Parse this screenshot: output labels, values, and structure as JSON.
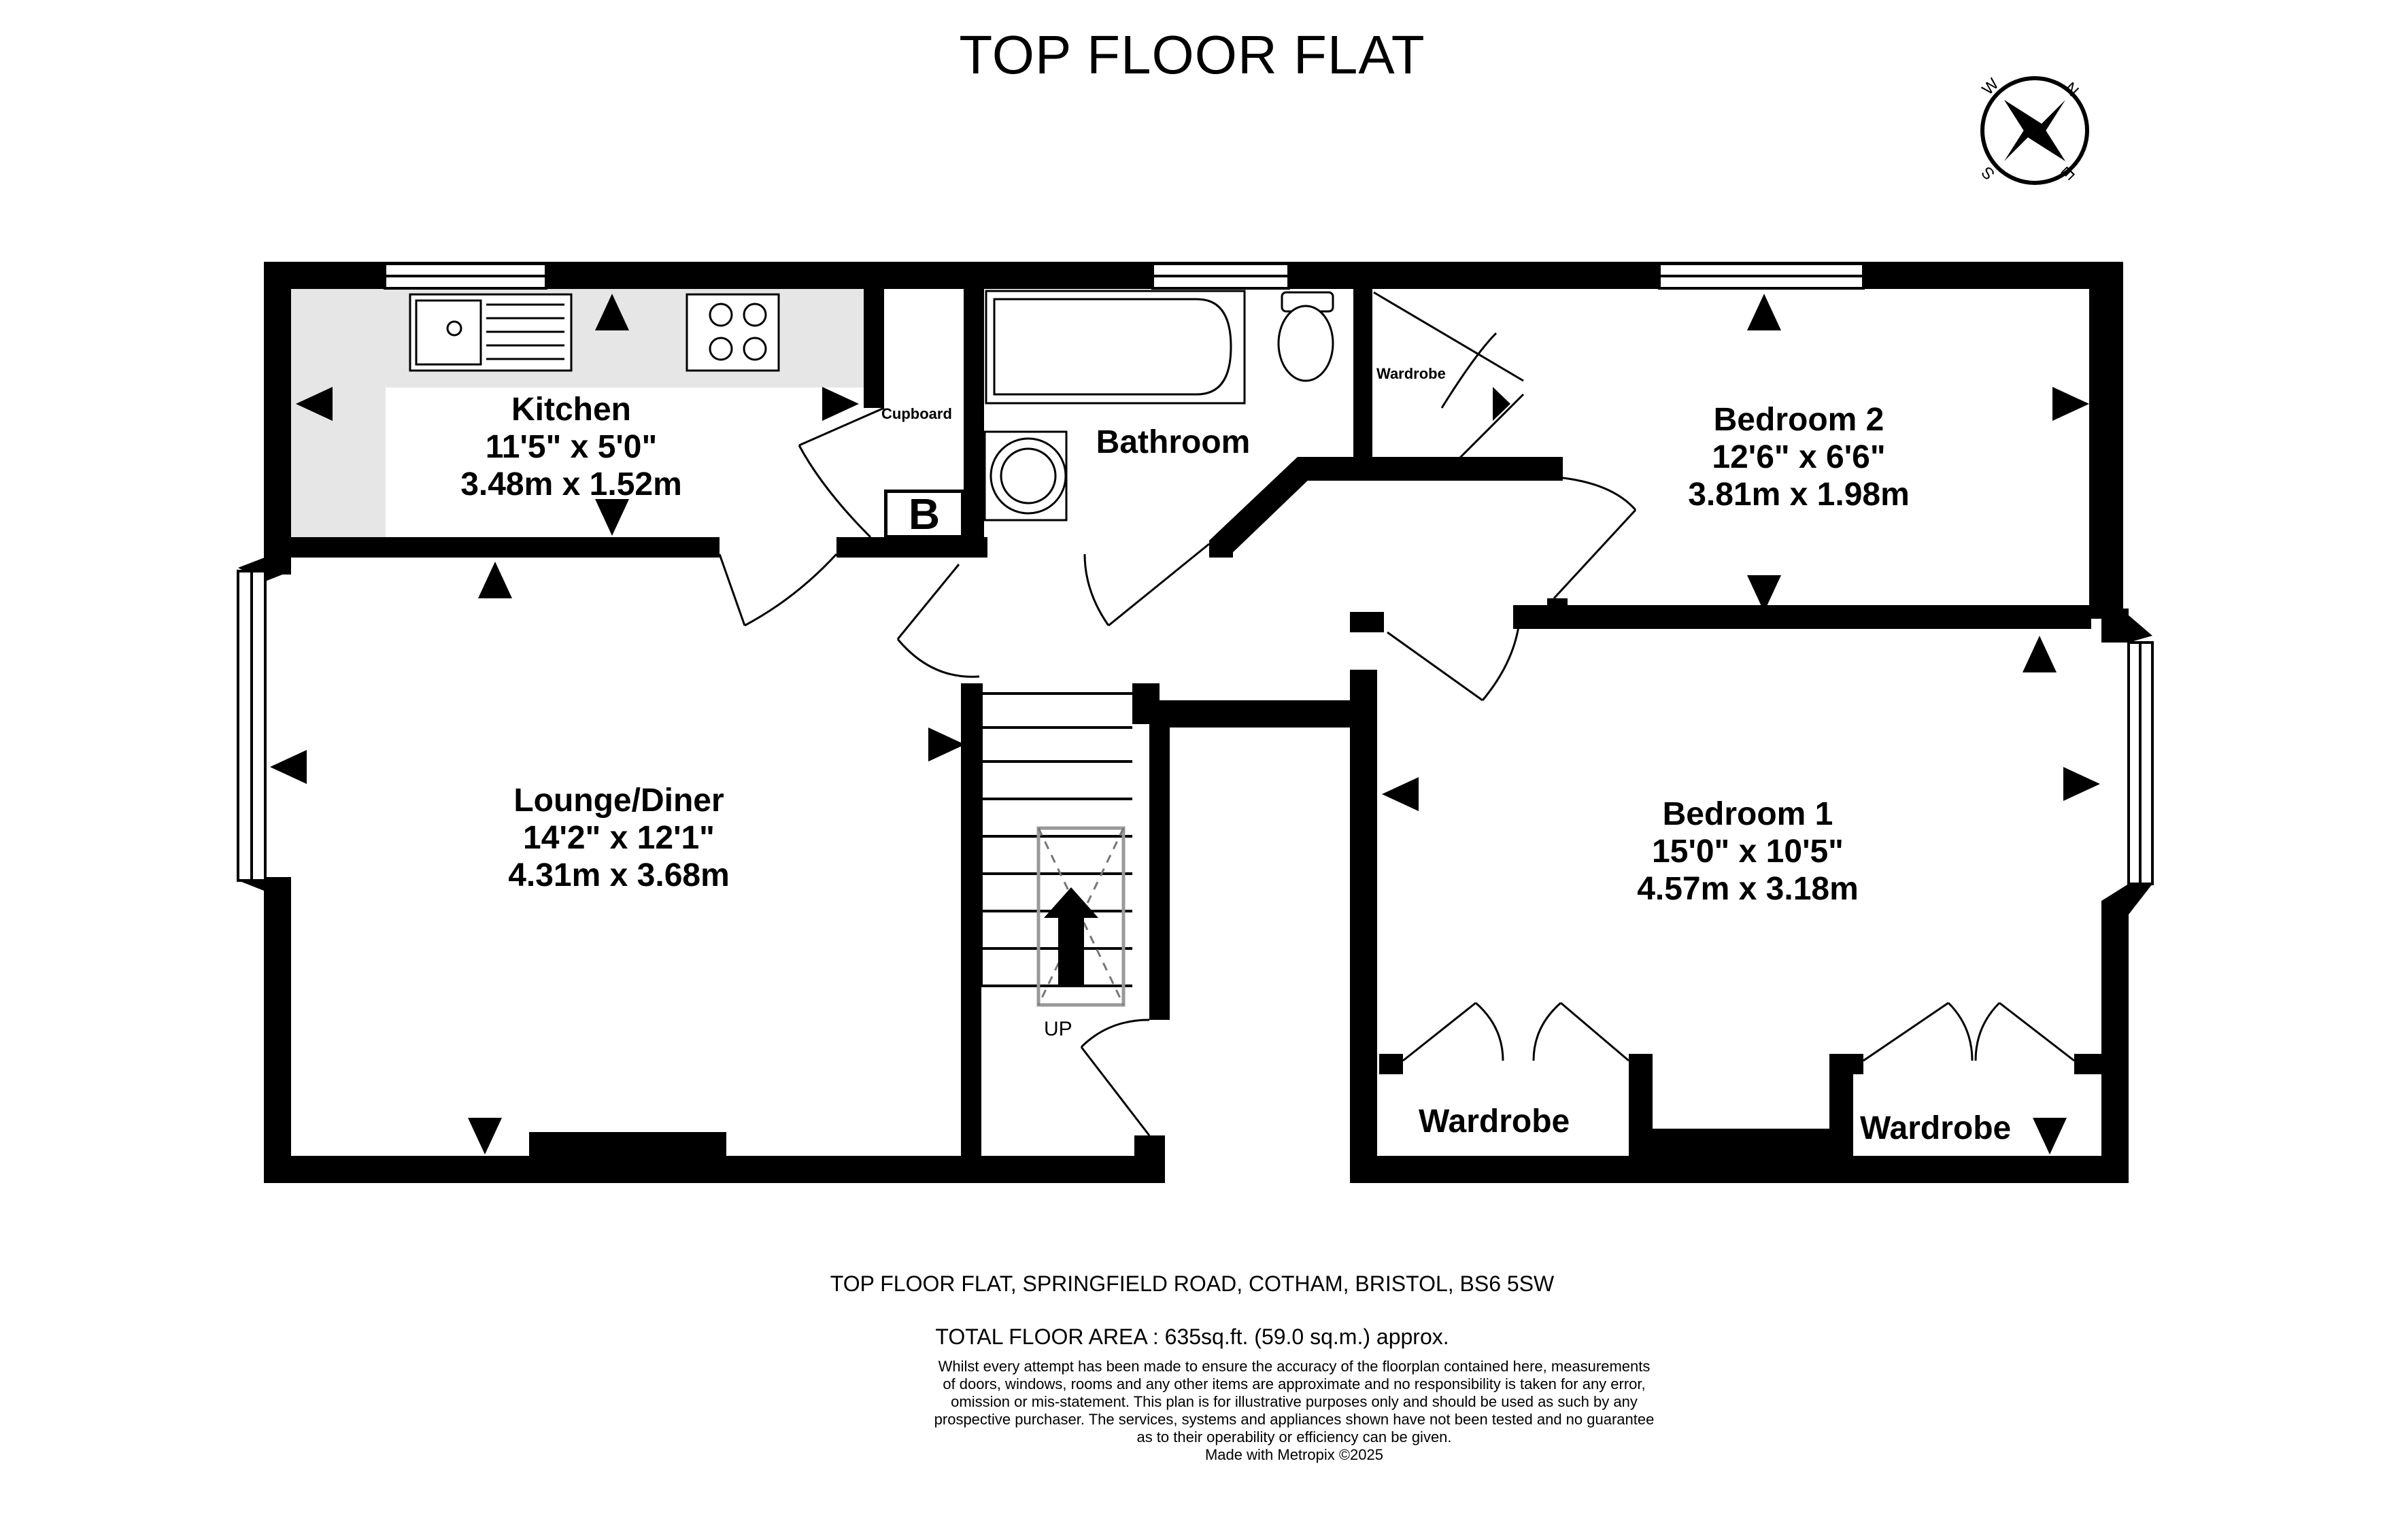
{
  "title": "TOP FLOOR FLAT",
  "rooms": {
    "kitchen": {
      "name": "Kitchen",
      "imperial": "11'5\"  x 5'0\"",
      "metric": "3.48m  x 1.52m"
    },
    "bathroom": {
      "name": "Bathroom"
    },
    "bedroom2": {
      "name": "Bedroom 2",
      "imperial": "12'6\"  x 6'6\"",
      "metric": "3.81m  x 1.98m"
    },
    "lounge": {
      "name": "Lounge/Diner",
      "imperial": "14'2\"  x 12'1\"",
      "metric": "4.31m  x 3.68m"
    },
    "bedroom1": {
      "name": "Bedroom 1",
      "imperial": "15'0\"  x 10'5\"",
      "metric": "4.57m  x 3.18m"
    }
  },
  "labels": {
    "cupboard": "Cupboard",
    "wardrobe_small": "Wardrobe",
    "wardrobe_left": "Wardrobe",
    "wardrobe_right": "Wardrobe",
    "stairs_up": "UP",
    "boiler": "B"
  },
  "compass": {
    "n": "N",
    "e": "E",
    "s": "S",
    "w": "W"
  },
  "footer": {
    "address": "TOP FLOOR FLAT, SPRINGFIELD ROAD, COTHAM, BRISTOL, BS6 5SW",
    "total_area": "TOTAL FLOOR AREA : 635sq.ft. (59.0 sq.m.) approx.",
    "disclaimer_lines": [
      "Whilst every attempt has been made to ensure the accuracy of the floorplan contained here, measurements",
      "of doors, windows, rooms and any other items are approximate and no responsibility is taken for any error,",
      "omission or mis-statement. This plan is for illustrative purposes only and should be used as such by any",
      "prospective purchaser. The services, systems and appliances shown have not been tested and no guarantee",
      "as to their operability or efficiency can be given."
    ],
    "made_with": "Made with Metropix ©2025"
  },
  "colors": {
    "wall": "#000000",
    "kitchen_worktop": "#e6e6e6",
    "window": "#ffffff",
    "fixture_stroke": "#000000"
  }
}
